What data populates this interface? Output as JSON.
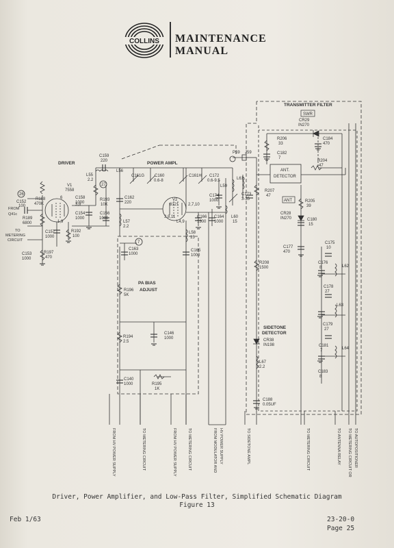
{
  "header": {
    "brand": "COLLINS",
    "title_line1": "MAINTENANCE",
    "title_line2": "MANUAL"
  },
  "schematic": {
    "blocks": {
      "transmitter_filter": "TRANSMITTER FILTER",
      "swr": "SWR",
      "driver": "DRIVER",
      "power_amp": "POWER AMPL",
      "ant_detector_1": "ANT.",
      "ant_detector_2": "DETECTOR",
      "ant": "ANT",
      "pa_bias_1": "PA BIAS",
      "pa_bias_2": "ADJUST",
      "sidetone_1": "SIDETONE",
      "sidetone_2": "DETECTOR"
    },
    "tubes": {
      "v1": "V1",
      "v1_type": "7558",
      "v2": "V2",
      "v2_type": "8121"
    },
    "pins": {
      "v1_6": "6",
      "v1_38": "3,8",
      "v1_19": "1,9",
      "v2_2710": "2,7,10",
      "v2_3811": "3,8,11",
      "v2_49": "L4,9"
    },
    "components": {
      "c152": "C152",
      "c152_v": "100",
      "r188": "R188",
      "r188_v": "470K",
      "r189": "R189",
      "r189_v": "6800",
      "c153": "C153",
      "c153_v": "1000",
      "r197": "R197",
      "r197_v": "470",
      "c157": "C157",
      "c157_v": "1000",
      "r192": "R192",
      "r192_v": "100",
      "c158": "C158",
      "c158_v": "1000",
      "c154": "C154",
      "c154_v": "1000",
      "r193": "R193",
      "r193_v": "10K",
      "c156": "C156",
      "c156_v": "1000",
      "l55": "L55",
      "l55_v": "2.2",
      "c159": "C159",
      "c159_v": "220",
      "l56": "L56",
      "c162": "C162",
      "c162_v": "220",
      "l57": "L57",
      "l57_v": "2.2",
      "c161g": "C161G",
      "c160": "C160",
      "c160_v": "0.6-8",
      "c161h": "C161H",
      "c172": "C172",
      "c172_v": "0.6-9.5",
      "c166": "C166",
      "c166_v": "1300",
      "c164": "C164",
      "c164_v": "1000",
      "l58": "L58",
      "l58_v": "15",
      "c165": "C165",
      "c165_v": "1000",
      "c174": "C174",
      "c174_v": "1000",
      "l59": "L59",
      "l60": "L60",
      "l60_v": "15",
      "l61": "L61",
      "c173": "C173",
      "c173_v": "3-35",
      "p59": "P59",
      "j59": "J59",
      "c163": "C163",
      "c163_v": "1000",
      "r196": "R196",
      "r196_v": "5K",
      "r194": "R194",
      "r194_v": "2.5",
      "c146": "C146",
      "c146_v": "1000",
      "c140": "C140",
      "c140_v": "1000",
      "r195": "R195",
      "r195_v": "1K",
      "cr29": "CR29",
      "cr29_v": "IN270",
      "r206": "R206",
      "r206_v": "33",
      "c184": "C184",
      "c184_v": "470",
      "c182": "C182",
      "c182_v": "7",
      "r204": "R204",
      "r204_v": "47",
      "r207": "R207",
      "r207_v": "47",
      "r205": "R205",
      "r205_v": "39",
      "cr28": "CR28",
      "cr28_v": "IN270",
      "c180": "C180",
      "c180_v": "15",
      "c177": "C177",
      "c177_v": "470",
      "r208": "R208",
      "r208_v": "1500",
      "cr38": "CR38",
      "cr38_v": "IN198",
      "l67": "L67",
      "l67_v": "2.2",
      "c188": "C188",
      "c188_v": "0.05UF",
      "c175": "C175",
      "c175_v": "10",
      "c176": "C176",
      "c176_v": "8",
      "l62": "L62",
      "c178": "C178",
      "c178_v": "27",
      "l63": "L63",
      "c179": "C179",
      "c179_v": "27",
      "c181": "C181",
      "c181_v": "7",
      "l64": "L64",
      "c183": "C183",
      "c183_v": "8"
    },
    "references": {
      "ref_26": "26",
      "ref_27": "27",
      "ref_7": "7"
    },
    "inputs": {
      "from_1": "FROM",
      "from_2": "Q41c",
      "to_metering_1": "TO",
      "to_metering_2": "METERING",
      "to_metering_3": "CIRCUIT"
    },
    "leads": [
      "FROM HV POWER SUPPLY",
      "TO METERING CIRCUIT",
      "FROM HV POWER SUPPLY",
      "TO METERING CIRCUIT",
      "FROM MODULATOR AND",
      "HV POWER SUPPLY",
      "TO SIDETONE AMPL",
      "TO METERING CIRCUIT",
      "TO ANTENNA RELAY",
      "TO METERING CIRCUIT OR",
      "TO AUTOPOSITIONER"
    ]
  },
  "caption": {
    "line1": "Driver, Power Amplifier, and Low-Pass Filter, Simplified Schematic Diagram",
    "line2": "Figure 13"
  },
  "footer": {
    "date": "Feb 1/63",
    "doc_number": "23-20-0",
    "page": "Page 25"
  }
}
